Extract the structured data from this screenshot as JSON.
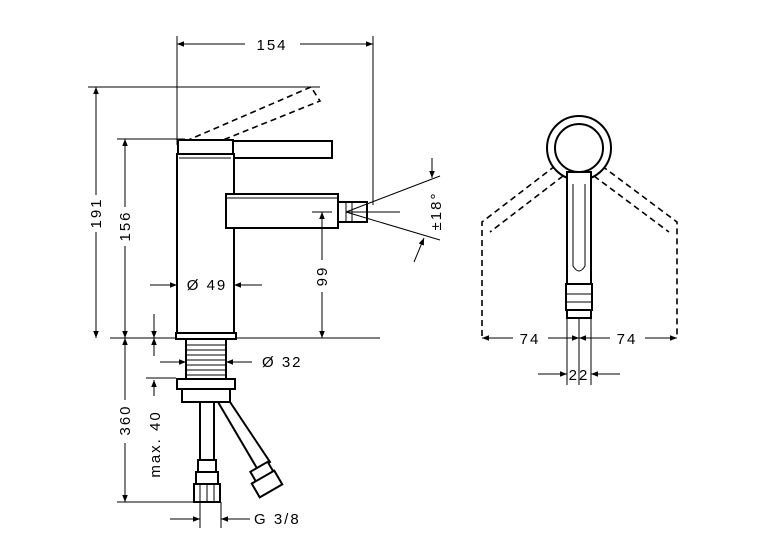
{
  "dimensions": {
    "overall_width": "154",
    "total_height": "191",
    "body_height": "156",
    "spout_height": "99",
    "body_diameter": "Ø 49",
    "thread_diameter": "Ø 32",
    "spout_swivel": "±18°",
    "install_depth": "360",
    "max_thickness": "max. 40",
    "connection": "G 3/8",
    "handle_swing_left": "74",
    "handle_swing_right": "74",
    "handle_width": "22"
  }
}
